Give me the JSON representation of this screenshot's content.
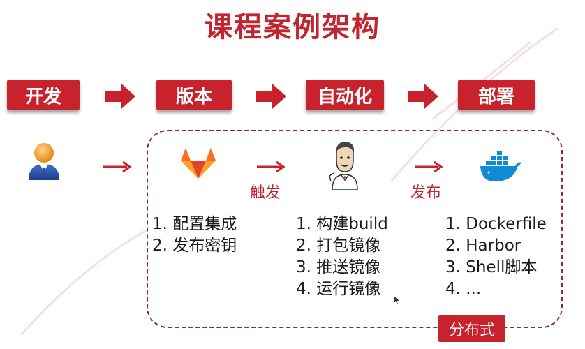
{
  "title": "课程案例架构",
  "stages": [
    "开发",
    "版本",
    "自动化",
    "部署"
  ],
  "triggers": {
    "t1": "触发",
    "t2": "发布"
  },
  "lists": {
    "version": [
      "1. 配置集成",
      "2. 发布密钥"
    ],
    "automation": [
      "1. 构建build",
      "2. 打包镜像",
      "3. 推送镜像",
      "4. 运行镜像"
    ],
    "deploy": [
      "1. Dockerfile",
      "2. Harbor",
      "3. Shell脚本",
      "4. ..."
    ]
  },
  "badge": "分布式",
  "icons": {
    "dev": "user-icon",
    "version": "gitlab-icon",
    "automation": "jenkins-icon",
    "deploy": "docker-icon"
  },
  "colors": {
    "accent": "#c8232c",
    "title": "#c0262f",
    "dashed": "#8a2a38"
  }
}
